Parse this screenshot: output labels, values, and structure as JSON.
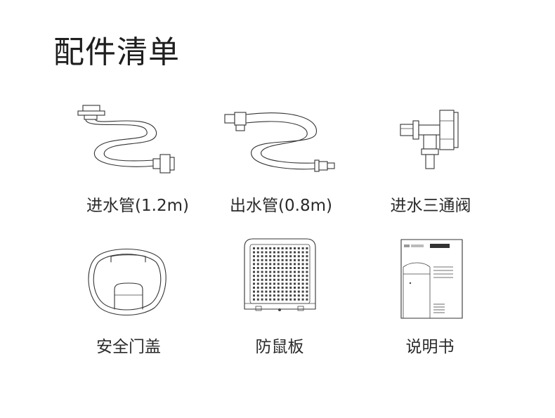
{
  "title": "配件清单",
  "items": [
    {
      "label": "进水管(1.2m)",
      "icon": "inlet-hose-icon"
    },
    {
      "label": "出水管(0.8m)",
      "icon": "outlet-hose-icon"
    },
    {
      "label": "进水三通阀",
      "icon": "three-way-valve-icon"
    },
    {
      "label": "安全门盖",
      "icon": "safety-door-cover-icon"
    },
    {
      "label": "防鼠板",
      "icon": "rodent-guard-plate-icon"
    },
    {
      "label": "说明书",
      "icon": "manual-icon"
    }
  ]
}
